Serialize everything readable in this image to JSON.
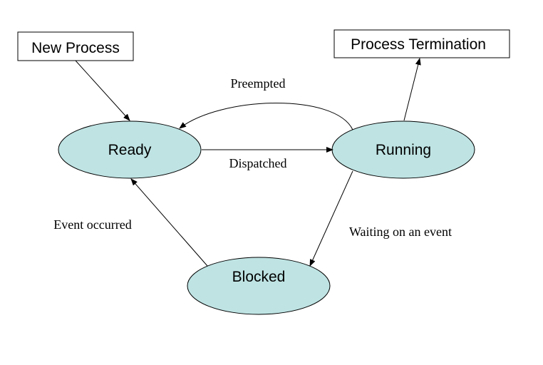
{
  "boxes": {
    "new_process": "New Process",
    "process_termination": "Process Termination"
  },
  "states": {
    "ready": "Ready",
    "running": "Running",
    "blocked": "Blocked"
  },
  "transitions": {
    "preempted": "Preempted",
    "dispatched": "Dispatched",
    "event_occurred": "Event occurred",
    "waiting_on_event": "Waiting on an event"
  },
  "colors": {
    "state_fill": "#bfe3e3",
    "stroke": "#000000",
    "background": "#ffffff"
  }
}
